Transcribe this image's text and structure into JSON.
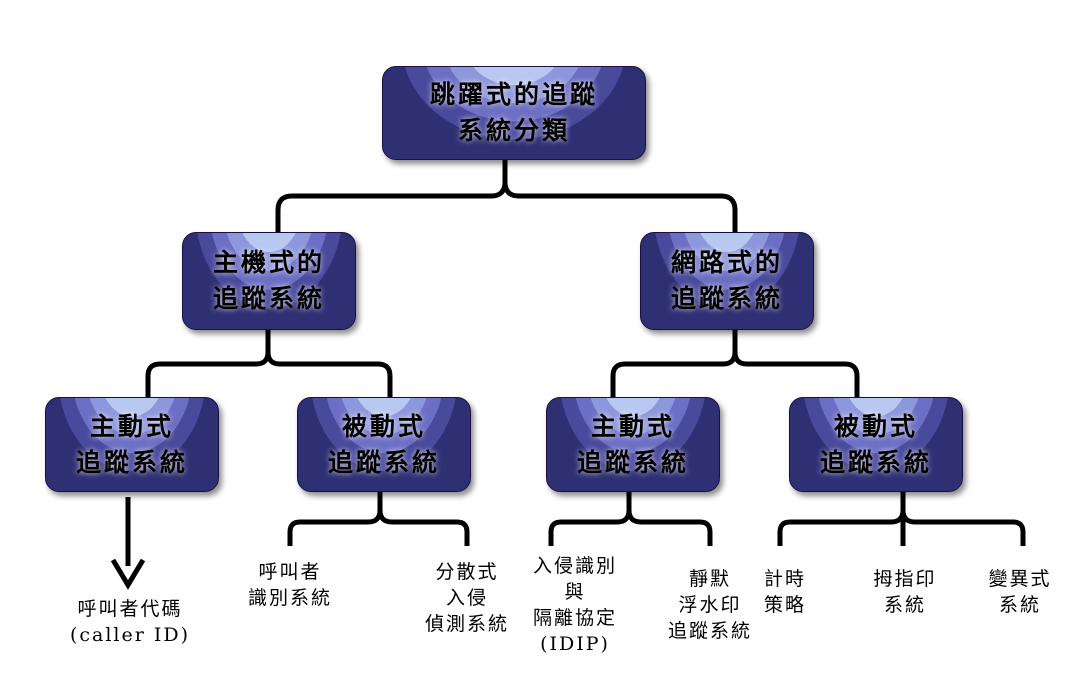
{
  "root": {
    "text": "跳躍式的追蹤\n系統分類"
  },
  "host": {
    "label": "主機式的\n追蹤系統",
    "active": {
      "label": "主動式\n追蹤系統",
      "child": "呼叫者代碼\n(caller ID)"
    },
    "passive": {
      "label": "被動式\n追蹤系統",
      "children": [
        "呼叫者\n識別系統",
        "分散式\n入侵\n偵測系統"
      ]
    }
  },
  "network": {
    "label": "網路式的\n追蹤系統",
    "active": {
      "label": "主動式\n追蹤系統",
      "children": [
        "入侵識別\n與\n隔離協定\n(IDIP)",
        "靜默\n浮水印\n追蹤系統"
      ]
    },
    "passive": {
      "label": "被動式\n追蹤系統",
      "children": [
        "計時\n策略",
        "拇指印\n系統",
        "變異式\n系統"
      ]
    }
  }
}
